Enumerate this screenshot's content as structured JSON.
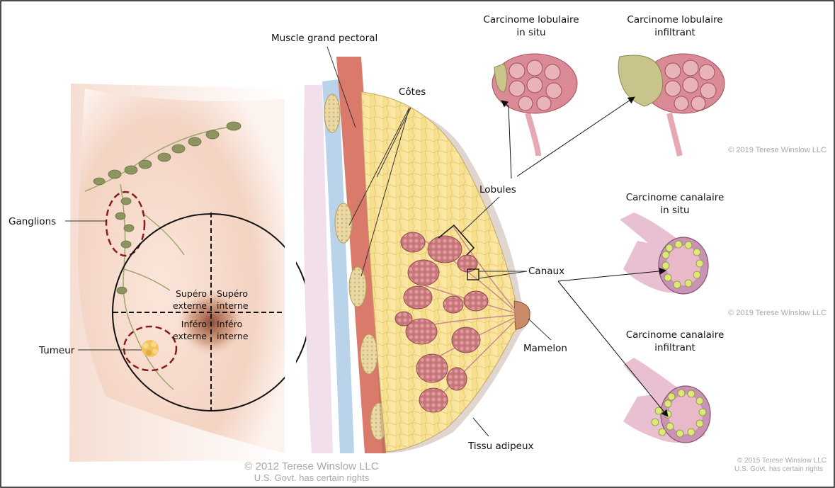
{
  "labels": {
    "ganglions": "Ganglions",
    "tumeur": "Tumeur",
    "muscle": "Muscle grand pectoral",
    "cotes": "Côtes",
    "lobules": "Lobules",
    "canaux": "Canaux",
    "mamelon": "Mamelon",
    "tissu": "Tissu adipeux",
    "quadrants": {
      "se_1": "Supéro",
      "se_2": "externe",
      "si_1": "Supéro",
      "si_2": "interne",
      "ie_1": "Inféro",
      "ie_2": "externe",
      "ii_1": "Inféro",
      "ii_2": "interne"
    },
    "cli_1": "Carcinome lobulaire",
    "cli_2": "in situ",
    "cla_1": "Carcinome lobulaire",
    "cla_2": "infiltrant",
    "cci_1": "Carcinome canalaire",
    "cci_2": "in situ",
    "cca_1": "Carcinome canalaire",
    "cca_2": "infiltrant"
  },
  "credits": {
    "main_1": "© 2012 Terese Winslow LLC",
    "main_2": "U.S. Govt. has certain rights",
    "c2019a": "© 2019 Terese Winslow LLC",
    "c2019b": "© 2019 Terese Winslow LLC",
    "c2015_1": "© 2015 Terese Winslow LLC",
    "c2015_2": "U.S. Govt. has certain rights"
  }
}
